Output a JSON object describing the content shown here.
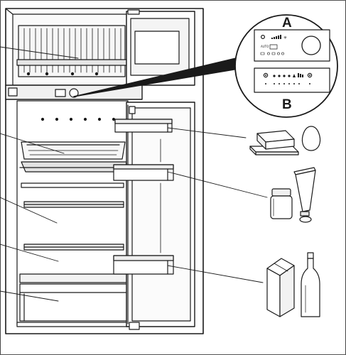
{
  "callouts": {
    "a": {
      "letter": "A",
      "panel_small_text": "AUTO"
    },
    "b": {
      "letter": "B"
    }
  },
  "diagram": {
    "line_color": "#1a1a1a",
    "fill_light": "#f2f2f2",
    "fill_mid": "#d8d8d8",
    "background": "#ffffff"
  },
  "icons": [
    "butter-dish-icon",
    "egg-icon",
    "jar-icon",
    "tube-icon",
    "milk-carton-icon",
    "bottle-icon"
  ]
}
